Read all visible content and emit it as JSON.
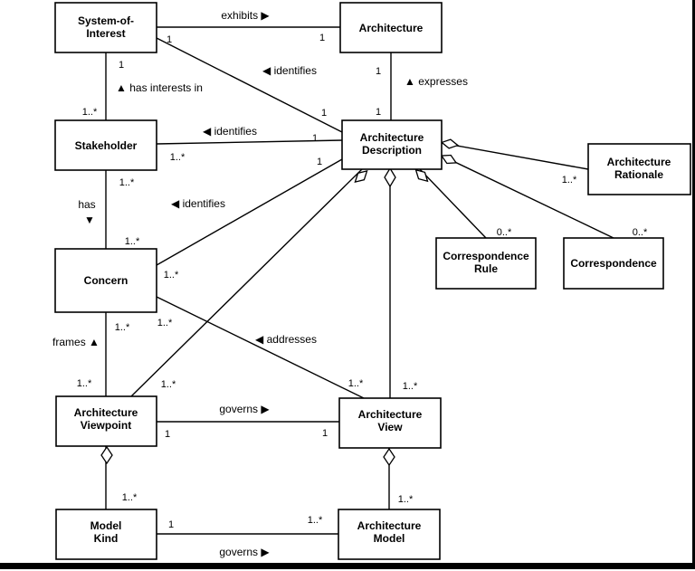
{
  "diagram": {
    "type": "uml-class-diagram",
    "boxes": {
      "system_of_interest": {
        "lines": [
          "System-of-",
          "Interest"
        ]
      },
      "architecture": {
        "lines": [
          "Architecture"
        ]
      },
      "stakeholder": {
        "lines": [
          "Stakeholder"
        ]
      },
      "architecture_description": {
        "lines": [
          "Architecture",
          "Description"
        ]
      },
      "architecture_rationale": {
        "lines": [
          "Architecture",
          "Rationale"
        ]
      },
      "correspondence_rule": {
        "lines": [
          "Correspondence",
          "Rule"
        ]
      },
      "correspondence": {
        "lines": [
          "Correspondence"
        ]
      },
      "concern": {
        "lines": [
          "Concern"
        ]
      },
      "architecture_viewpoint": {
        "lines": [
          "Architecture",
          "Viewpoint"
        ]
      },
      "architecture_view": {
        "lines": [
          "Architecture",
          "View"
        ]
      },
      "model_kind": {
        "lines": [
          "Model",
          "Kind"
        ]
      },
      "architecture_model": {
        "lines": [
          "Architecture",
          "Model"
        ]
      }
    },
    "edges": {
      "exhibits": {
        "label": "exhibits ▶",
        "soi_mult": "1",
        "architecture_mult": "1"
      },
      "soi_identifies": {
        "label": "◀ identifies",
        "ad_mult": "1"
      },
      "has_interests_in": {
        "label": "▲ has interests in",
        "soi_mult": "1",
        "stakeholder_mult": "1..*"
      },
      "expresses": {
        "label": "▲ expresses",
        "architecture_mult": "1",
        "ad_mult": "1"
      },
      "stakeholder_identifies": {
        "label": "◀ identifies",
        "stakeholder_mult": "1..*",
        "ad_mult": "1"
      },
      "has": {
        "label": "has",
        "arrow": "▼",
        "stakeholder_mult": "1..*",
        "concern_mult": "1..*"
      },
      "concern_identifies": {
        "label": "◀ identifies",
        "concern_mult": "1..*",
        "ad_mult": "1"
      },
      "frames": {
        "label": "frames ▲",
        "concern_mult": "1..*",
        "viewpoint_mult": "1..*"
      },
      "addresses": {
        "label": "◀ addresses",
        "concern_mult": "1..*",
        "view_mult": "1..*"
      },
      "ad_has_viewpoints": {
        "viewpoint_mult": "1..*"
      },
      "ad_has_views": {
        "view_mult": "1..*"
      },
      "ad_has_rationale": {
        "rationale_mult": "1..*"
      },
      "ad_has_correspondence_rules": {
        "rule_mult": "0..*"
      },
      "ad_has_correspondences": {
        "correspondence_mult": "0..*"
      },
      "governs_top": {
        "label": "governs ▶",
        "viewpoint_mult": "1",
        "view_mult": "1"
      },
      "viewpoint_has_model_kinds": {
        "model_kind_mult": "1..*"
      },
      "view_has_models": {
        "model_mult": "1..*"
      },
      "governs_bottom": {
        "label": "governs ▶",
        "model_kind_mult": "1",
        "model_mult": "1..*"
      }
    },
    "colors": {
      "line": "#000000",
      "box_fill": "#ffffff",
      "background": "#ffffff"
    }
  }
}
